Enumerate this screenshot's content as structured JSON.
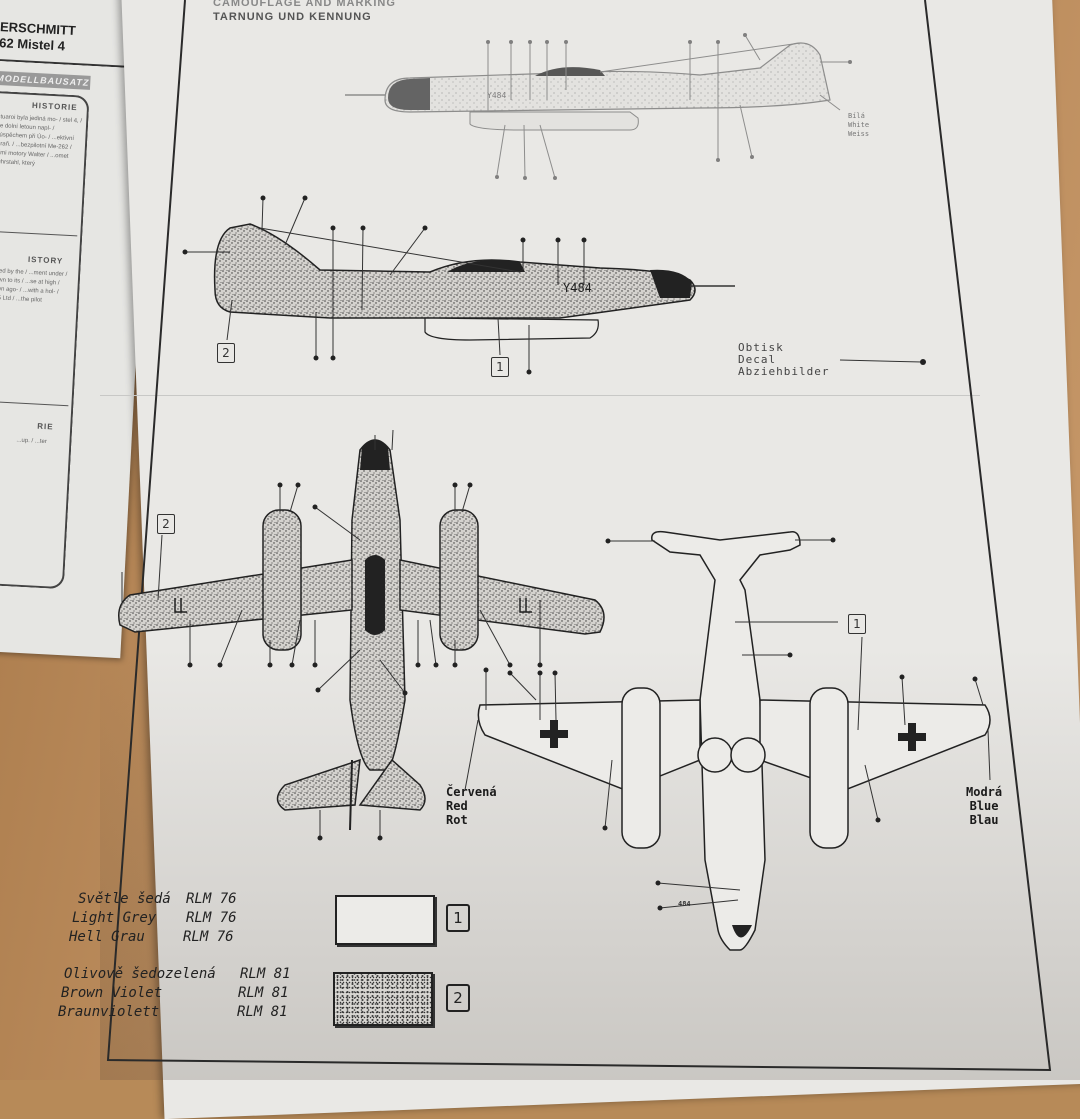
{
  "left_sheet": {
    "title_line1": "ERSCHMITT",
    "title_line2": "62 Mistel 4",
    "band_label": "MODELLBAUSATZ",
    "sections": [
      {
        "heading": "HISTORIE",
        "text": "...tuaroi byla jediná mo- / stel 4, / ...e dolní letoun napl- / ...úspěchem při Úo- / ...ektivní zbraň. / ...bezpilotní Me-262 / ...ími motory Walter / ...omet Ruhrstahl, který"
      },
      {
        "heading": "ISTORY",
        "text": "...nded by the / ...ment under / ...flown to its / ...se at high / ...rown ago- / ...with a hol- / ...205 Ltd / ...the pilot"
      },
      {
        "heading": "RIE",
        "text": "...up. / ...ter"
      }
    ]
  },
  "sheet": {
    "header_line1": "CAMOUFLAGE AND MARKING",
    "header_line2": "TARNUNG UND KENNUNG",
    "decal_label": [
      "Obtisk",
      "Decal",
      "Abziehbilder"
    ],
    "white_label": [
      "Bílá",
      "White",
      "Weiss"
    ],
    "red_label": [
      "Červená",
      "Red",
      "Rot"
    ],
    "blue_label": [
      "Modrá",
      "Blue",
      "Blau"
    ],
    "aircraft_code": "Y484",
    "code_short": "484",
    "callouts": {
      "side_view_lower_1": "1",
      "side_view_lower_2": "2",
      "top_view_2": "2",
      "bottom_view_1": "1"
    },
    "legend": [
      {
        "names": [
          "Světle šedá",
          "Light Grey",
          "Hell Grau"
        ],
        "codes": [
          "RLM 76",
          "RLM 76",
          "RLM 76"
        ],
        "swatch": "light",
        "swatch_color": "#ecebe8",
        "number": "1"
      },
      {
        "names": [
          "Olivově šedozelená",
          "Brown Violet",
          "Braunviolett"
        ],
        "codes": [
          "RLM 81",
          "RLM 81",
          "RLM 81"
        ],
        "swatch": "speckle",
        "swatch_color": "#d8d6d2",
        "number": "2"
      }
    ]
  },
  "colors": {
    "paper": "#e9e8e5",
    "ink": "#222222",
    "table": "#b78a58"
  }
}
